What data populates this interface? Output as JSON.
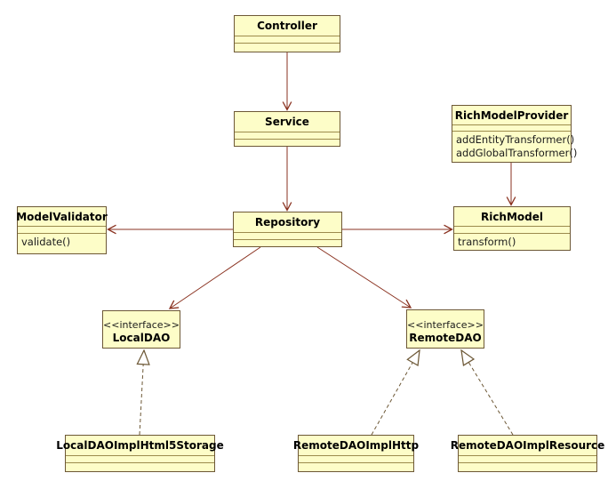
{
  "classes": {
    "controller": {
      "name": "Controller"
    },
    "service": {
      "name": "Service"
    },
    "repository": {
      "name": "Repository"
    },
    "model_validator": {
      "name": "ModelValidator",
      "methods": [
        "validate()"
      ]
    },
    "rich_model_provider": {
      "name": "RichModelProvider",
      "methods": [
        "addEntityTransformer()",
        "addGlobalTransformer()"
      ]
    },
    "rich_model": {
      "name": "RichModel",
      "methods": [
        "transform()"
      ]
    },
    "local_dao": {
      "stereotype": "<<interface>>",
      "name": "LocalDAO"
    },
    "remote_dao": {
      "stereotype": "<<interface>>",
      "name": "RemoteDAO"
    },
    "local_dao_impl_html5_storage": {
      "name": "LocalDAOImplHtml5Storage"
    },
    "remote_dao_impl_http": {
      "name": "RemoteDAOImplHttp"
    },
    "remote_dao_impl_resource": {
      "name": "RemoteDAOImplResource"
    }
  },
  "relationships": [
    {
      "from": "Controller",
      "to": "Service",
      "type": "directed-association"
    },
    {
      "from": "Service",
      "to": "Repository",
      "type": "directed-association"
    },
    {
      "from": "Repository",
      "to": "ModelValidator",
      "type": "directed-association"
    },
    {
      "from": "Repository",
      "to": "RichModel",
      "type": "directed-association"
    },
    {
      "from": "RichModelProvider",
      "to": "RichModel",
      "type": "directed-association"
    },
    {
      "from": "Repository",
      "to": "LocalDAO",
      "type": "directed-association"
    },
    {
      "from": "Repository",
      "to": "RemoteDAO",
      "type": "directed-association"
    },
    {
      "from": "LocalDAOImplHtml5Storage",
      "to": "LocalDAO",
      "type": "realization"
    },
    {
      "from": "RemoteDAOImplHttp",
      "to": "RemoteDAO",
      "type": "realization"
    },
    {
      "from": "RemoteDAOImplResource",
      "to": "RemoteDAO",
      "type": "realization"
    }
  ],
  "colors": {
    "class_fill": "#FDFDC8",
    "class_border": "#6D5836",
    "compartment_separator": "#9C8B4D",
    "association_arrow": "#8A3220",
    "realization_line": "#6D5836",
    "background": "#FFFFFF"
  }
}
